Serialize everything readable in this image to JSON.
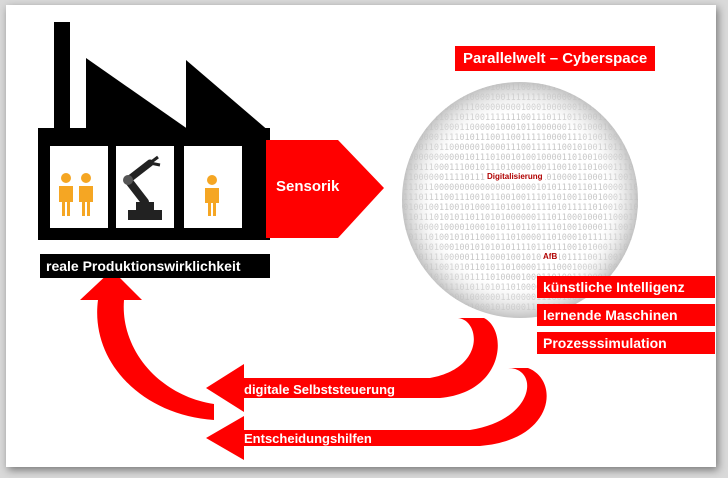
{
  "title": "Parallelwelt – Cyberspace",
  "factory_label": "reale Produktionswirklichkeit",
  "sensor_label": "Sensorik",
  "sphere": {
    "center_label": "Digitalisierung",
    "bottom_label": "AfB"
  },
  "capabilities": [
    "künstliche Intelligenz",
    "lernende Maschinen",
    "Prozesssimulation"
  ],
  "feedback": [
    "digitale Selbststeuerung",
    "Entscheidungshilfen"
  ],
  "icons": [
    "worker-pair-icon",
    "robot-arm-icon",
    "worker-icon"
  ],
  "colors": {
    "accent": "#ff0000",
    "factory": "#000000",
    "worker": "#f5a623",
    "binary": "#c8c8c8"
  }
}
